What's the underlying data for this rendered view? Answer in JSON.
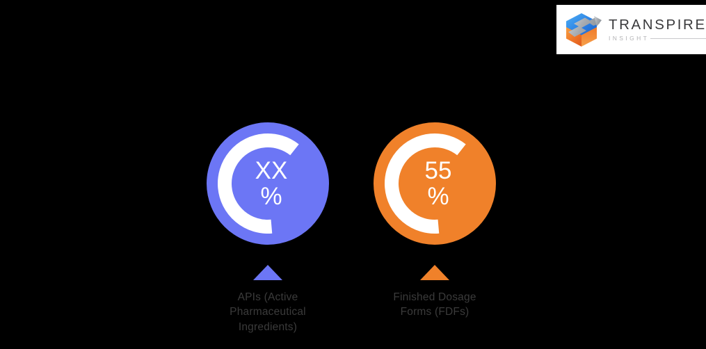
{
  "logo": {
    "title": "TRANSPIRE",
    "subtitle": "INSIGHT",
    "mark_name": "transpire-cube-arrow-logo",
    "colors": {
      "blue_top": "#2f7ee0",
      "blue_light": "#4ba8f0",
      "orange_bottom": "#f0772a",
      "orange_light": "#f5963f",
      "arrow_gray": "#a9adb2",
      "text": "#3a3a3c",
      "subtitle": "#b3b3b5"
    }
  },
  "background_color": "#000000",
  "chart_data": {
    "type": "pie",
    "title": "",
    "subtitle": "",
    "xlabel": "",
    "ylabel": "",
    "legend_position": "below",
    "grid": false,
    "note": "Two separate donut (ring) gauges; each ring shows a filled portion in white over a solid colored disc.",
    "categories": [
      "APIs (Active Pharmaceutical Ingredients)",
      "Finished Dosage Forms (FDFs)"
    ],
    "values": [
      null,
      55
    ],
    "value_labels": [
      "XX",
      "55"
    ],
    "unit": "%",
    "series": [
      {
        "name": "APIs (Active Pharmaceutical Ingredients)",
        "value_label": "XX",
        "unit": "%",
        "value": null,
        "ring_fraction": 0.62,
        "disc_color": "#6c76f5",
        "ring_color": "#ffffff",
        "pointer_color": "#6c76f5"
      },
      {
        "name": "Finished Dosage Forms (FDFs)",
        "value_label": "55",
        "unit": "%",
        "value": 55,
        "ring_fraction": 0.62,
        "disc_color": "#f0812a",
        "ring_color": "#ffffff",
        "pointer_color": "#f0812a"
      }
    ]
  },
  "donuts": [
    {
      "id": "api",
      "value_label": "XX",
      "unit": "%",
      "caption": "APIs (Active\nPharmaceutical\nIngredients)",
      "disc_color": "#6c76f5",
      "ring_color": "#ffffff"
    },
    {
      "id": "fdf",
      "value_label": "55",
      "unit": "%",
      "caption": "Finished Dosage\nForms (FDFs)",
      "disc_color": "#f0812a",
      "ring_color": "#ffffff"
    }
  ]
}
